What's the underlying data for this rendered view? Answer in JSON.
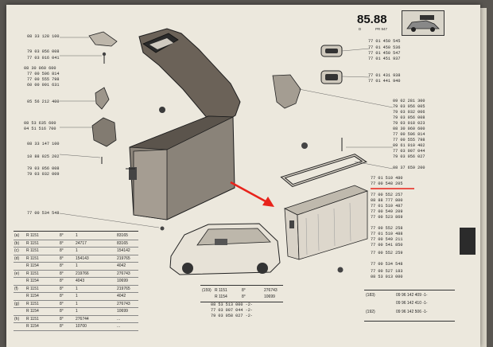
{
  "header": {
    "page_number": "85.88",
    "sub_left": "D",
    "sub_right": "PR 947"
  },
  "top_left_refs": {
    "r1": "08 33 128 100",
    "r2": "79 03 056 008",
    "r3": "77 03 016 041",
    "r4": "08 30 060 600",
    "r5": "77 00 506 814",
    "r6": "77 00 555 798",
    "r7": "60 00 091 631",
    "r8": "05 56 212 400",
    "r9": "08 53 635 600",
    "r10": "04 51 516 700",
    "r11": "08 33 147 100",
    "r12": "10 88 025 202",
    "r13": "79 03 056 008",
    "r14": "79 03 032 009",
    "r15": "77 00 534 548"
  },
  "right_refs": {
    "a1": "77 01 450 545",
    "a2": "77 01 450 536",
    "a3": "77 01 450 547",
    "a4": "77 01 451 937",
    "b1": "77 01 431 938",
    "b2": "77 01 441 940",
    "c1": "09 02 281 300",
    "c2": "79 03 056 005",
    "c3": "79 03 032 006",
    "c4": "79 03 056 008",
    "c5": "79 03 018 023",
    "d1": "08 30 060 600",
    "d2": "77 00 506 814",
    "d3": "77 00 555 798",
    "d4": "09 61 010 402",
    "d5": "77 03 007 044",
    "d6": "79 03 056 027",
    "e1": "08 37 659 200",
    "f1": "77 01 510 480",
    "f2": "77 00 548 205",
    "f3": "77 00 552 257",
    "f4": "08 88 777 800",
    "f5": "77 01 510 487",
    "f6": "77 00 549 209",
    "f7": "77 00 523 869",
    "f8": "77 00 552 258",
    "f9": "77 01 510 488",
    "f10": "77 00 549 211",
    "f11": "77 00 541 850",
    "f12": "77 00 552 259",
    "g1": "77 00 534 548",
    "h1": "77 00 527 183",
    "h2": "08 53 013 000"
  },
  "left_table": {
    "rows": [
      {
        "tag": "(a)",
        "model": "R 1151",
        "mark": "8°",
        "code": "1",
        "end": "83165"
      },
      {
        "tag": "(b)",
        "model": "R 1151",
        "mark": "8°",
        "code": "24717",
        "end": "83165"
      },
      {
        "tag": "(c)",
        "model": "R 1151",
        "mark": "8°",
        "code": "1",
        "end": "154142"
      },
      {
        "tag": "(d)",
        "model": "R 1151",
        "mark": "8°",
        "code": "154143",
        "end": "219765"
      },
      {
        "tag": "",
        "model": "R 1154",
        "mark": "8°",
        "code": "1",
        "end": "4042"
      },
      {
        "tag": "(e)",
        "model": "R 1151",
        "mark": "8°",
        "code": "219766",
        "end": "276743"
      },
      {
        "tag": "",
        "model": "R 1154",
        "mark": "8°",
        "code": "4043",
        "end": "10699"
      },
      {
        "tag": "(f)",
        "model": "R 1151",
        "mark": "8°",
        "code": "1",
        "end": "219765"
      },
      {
        "tag": "",
        "model": "R 1154",
        "mark": "8°",
        "code": "1",
        "end": "4042"
      },
      {
        "tag": "(g)",
        "model": "R 1151",
        "mark": "8°",
        "code": "1",
        "end": "276743"
      },
      {
        "tag": "",
        "model": "R 1154",
        "mark": "8°",
        "code": "1",
        "end": "10699"
      },
      {
        "tag": "(h)",
        "model": "R 1151",
        "mark": "8°",
        "code": "276744",
        "end": "..."
      },
      {
        "tag": "",
        "model": "R 1154",
        "mark": "8°",
        "code": "10700",
        "end": "..."
      }
    ]
  },
  "middle_table": {
    "tag": "(159)",
    "rows": [
      {
        "model": "R 1151",
        "mark": "8°",
        "end": "276743"
      },
      {
        "model": "R 1154",
        "mark": "8°",
        "end": "10699"
      }
    ],
    "refs": [
      "08 53 513 000 -2-",
      "77 03 007 044 -2-",
      "79 03 058 027 -2-"
    ]
  },
  "right_table": {
    "rows": [
      {
        "tag": "(183)",
        "code": "09 96 142 409 -1-"
      },
      {
        "tag": "",
        "code": "09 96 142 410 -1-"
      },
      {
        "tag": "(192)",
        "code": "09 96 142 506 -1-"
      }
    ]
  },
  "colors": {
    "page": "#ece8dd",
    "ink": "#1e1e1e",
    "arrow": "#e8231b",
    "underline": "#e8231b"
  }
}
